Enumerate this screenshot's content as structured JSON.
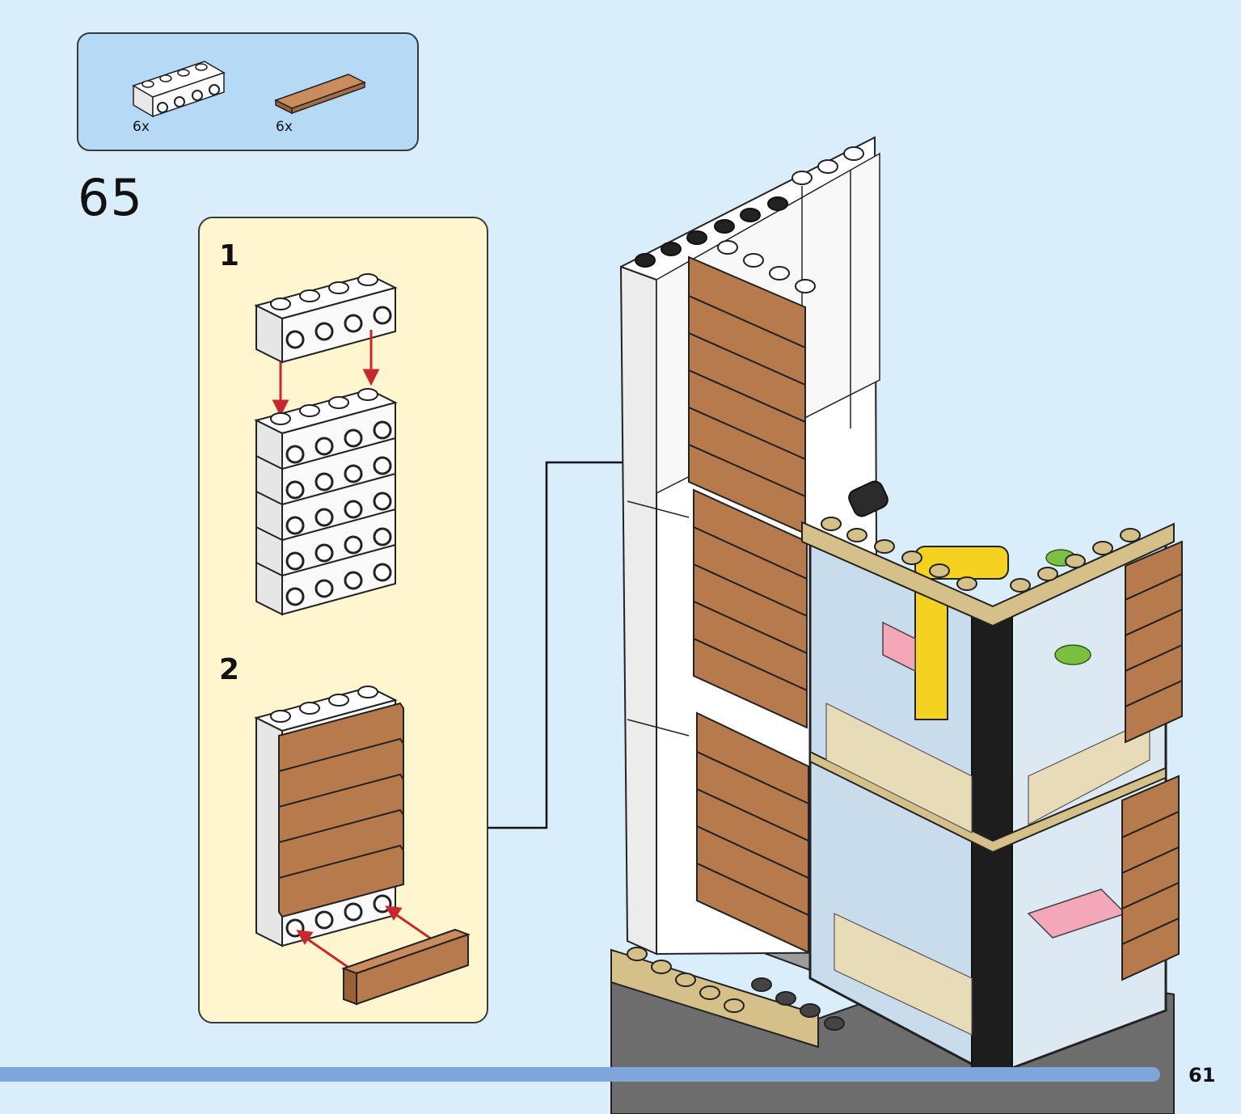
{
  "parts_list": {
    "items": [
      {
        "icon": "white-brick-1x4-side-studs",
        "quantity": "6x"
      },
      {
        "icon": "brown-tile-1x4",
        "quantity": "6x"
      }
    ]
  },
  "step": {
    "number": "65"
  },
  "substeps": [
    {
      "label": "1"
    },
    {
      "label": "2"
    }
  ],
  "page": {
    "number": "61"
  },
  "colors": {
    "background": "#d9edfb",
    "parts_box": "#b6d9f6",
    "substep_panel": "#fff5cf",
    "brick_white": "#ffffff",
    "tile_brown": "#b77a4d",
    "tan": "#d6c089",
    "arrow_red": "#c8282d",
    "bar": "#7fa6db"
  }
}
